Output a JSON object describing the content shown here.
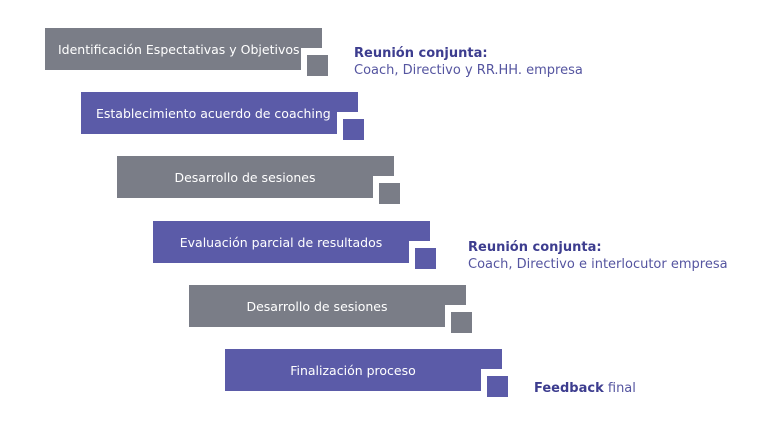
{
  "colors": {
    "gray": "#7a7d87",
    "purple": "#5b5ba8",
    "note_title": "#3d3d8f",
    "note_text": "#5555a0"
  },
  "steps": [
    {
      "label": "Identificación Espectativas y Objetivos",
      "color": "gray"
    },
    {
      "label": "Establecimiento acuerdo de coaching",
      "color": "purple"
    },
    {
      "label": "Desarrollo de sesiones",
      "color": "gray"
    },
    {
      "label": "Evaluación parcial de resultados",
      "color": "purple"
    },
    {
      "label": "Desarrollo de sesiones",
      "color": "gray"
    },
    {
      "label": "Finalización proceso",
      "color": "purple"
    }
  ],
  "notes": [
    {
      "title": "Reunión conjunta:",
      "text": "Coach, Directivo y RR.HH. empresa"
    },
    {
      "title": "Reunión conjunta:",
      "text": "Coach, Directivo e interlocutor empresa"
    },
    {
      "title": "Feedback",
      "text": "final"
    }
  ]
}
